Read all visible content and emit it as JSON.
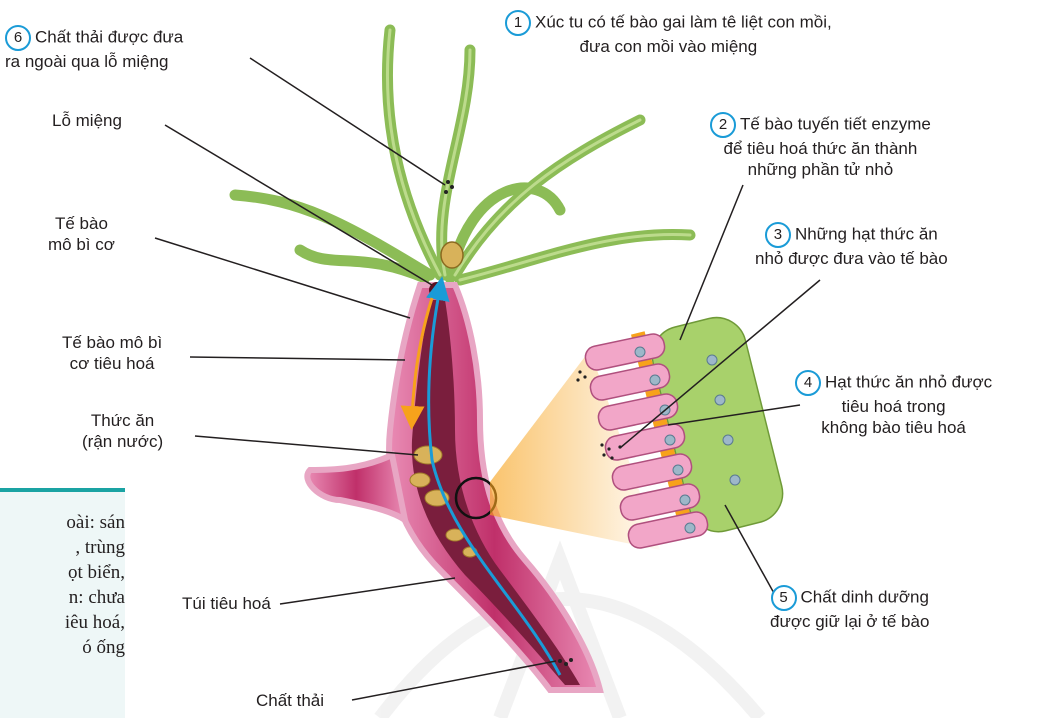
{
  "labels": {
    "l1_line1": "Xúc tu có tế bào gai làm tê liệt con mồi,",
    "l1_line2": "đưa con mồi vào miệng",
    "l2_line1": "Tế bào tuyến tiết enzyme",
    "l2_line2": "để tiêu hoá thức ăn thành",
    "l2_line3": "những phần tử nhỏ",
    "l3_line1": "Những hạt thức ăn",
    "l3_line2": "nhỏ được đưa vào tế bào",
    "l4_line1": "Hạt thức ăn nhỏ được",
    "l4_line2": "tiêu hoá trong",
    "l4_line3": "không bào tiêu hoá",
    "l5_line1": "Chất dinh dưỡng",
    "l5_line2": "được giữ lại ở tế bào",
    "l6_line1": "Chất thải được đưa",
    "l6_line2": "ra ngoài qua lỗ miệng",
    "mouth": "Lỗ miệng",
    "epi_line1": "Tế bào",
    "epi_line2": "mô bì cơ",
    "dig_line1": "Tế bào mô bì",
    "dig_line2": "cơ tiêu hoá",
    "food_line1": "Thức ăn",
    "food_line2": "(rận nước)",
    "sac": "Túi tiêu hoá",
    "waste": "Chất thải"
  },
  "numbers": {
    "n1": "1",
    "n2": "2",
    "n3": "3",
    "n4": "4",
    "n5": "5",
    "n6": "6"
  },
  "side_text": [
    "oài: sán",
    ", trùng",
    "ọt biển,",
    "n: chưa",
    "iêu hoá,",
    "ó ống"
  ],
  "colors": {
    "accent_blue": "#1a9bd7",
    "arrow_orange": "#f7a21b",
    "body_pink": "#c0306a",
    "cavity": "#7a1e3d",
    "tentacle_green": "#8cbc56",
    "cell_pink": "#f2a6c8",
    "cell_green": "#a8d16b",
    "panel_teal": "#1aa3a3"
  }
}
